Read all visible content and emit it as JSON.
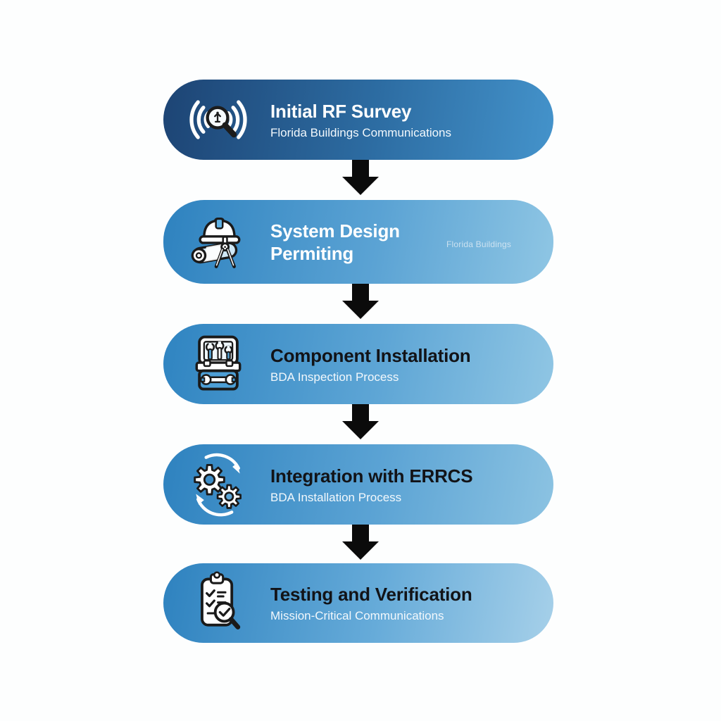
{
  "diagram": {
    "type": "vertical-process-flow",
    "steps": [
      {
        "title": "Initial RF Survey",
        "subtitle": "Florida Buildings Communications",
        "icon": "rf-survey-icon",
        "title_color": "#ffffff"
      },
      {
        "title": "System Design Permiting",
        "title_lines": [
          "System Design",
          "Permiting"
        ],
        "side_note": "Florida Buildings",
        "icon": "design-permit-icon",
        "title_color": "#ffffff"
      },
      {
        "title": "Component Installation",
        "subtitle": "BDA Inspection Process",
        "icon": "toolbox-icon",
        "title_color": "#121317"
      },
      {
        "title": "Integration with ERRCS",
        "subtitle": "BDA Installation Process",
        "icon": "gears-sync-icon",
        "title_color": "#121317"
      },
      {
        "title": "Testing and Verification",
        "subtitle": "Mission-Critical Communications",
        "icon": "clipboard-check-icon",
        "title_color": "#121317"
      }
    ],
    "connectors": {
      "type": "block-arrow-down",
      "count": 4,
      "color": "#0b0b0b"
    },
    "colors": {
      "step1_gradient": [
        "#1d4474",
        "#4493cb"
      ],
      "light_step_gradient": [
        "#2e82bf",
        "#8fc6e4"
      ],
      "step5_gradient_end": "#a6d0e9",
      "background": "#fdfefe",
      "outline_dark": "#1a1a1a",
      "icon_accent_blue": "#57a7da"
    }
  }
}
